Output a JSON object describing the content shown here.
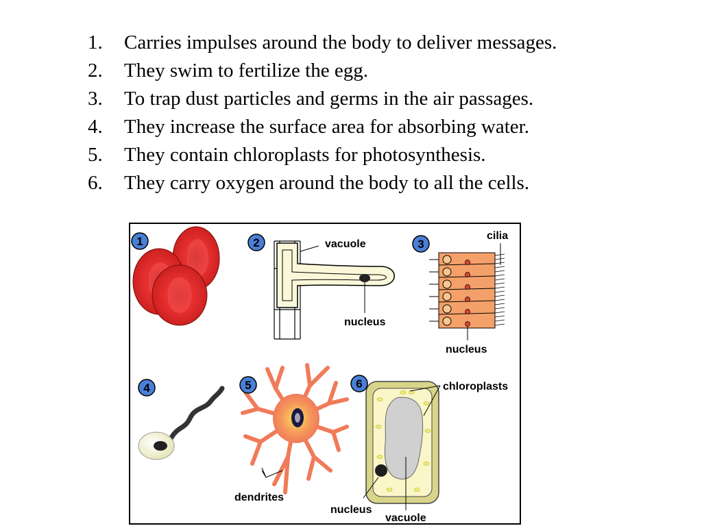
{
  "statements": [
    {
      "num": "1.",
      "text": "Carries impulses around the body to deliver messages."
    },
    {
      "num": "2.",
      "text": "They swim to fertilize the egg."
    },
    {
      "num": "3.",
      "text": "To trap dust particles and germs in the air passages."
    },
    {
      "num": "4.",
      "text": "They increase the surface area for absorbing water."
    },
    {
      "num": "5.",
      "text": "They contain chloroplasts for photosynthesis."
    },
    {
      "num": "6.",
      "text": "They carry oxygen around the body to all the cells."
    }
  ],
  "figure": {
    "badges": [
      "1",
      "2",
      "3",
      "4",
      "5",
      "6"
    ],
    "labels": {
      "vacuole_2": "vacuole",
      "nucleus_2": "nucleus",
      "cilia_3": "cilia",
      "nucleus_3": "nucleus",
      "dendrites_5": "dendrites",
      "chloroplasts_6": "chloroplasts",
      "nucleus_6": "nucleus",
      "vacuole_6": "vacuole"
    },
    "colors": {
      "badge_fill": "#4a7fd6",
      "red_cell": "#e02828",
      "root_hair_fill": "#fbf8d9",
      "ciliated_cell": "#f4a06a",
      "neuron": "#f07b5a",
      "plant_wall": "#d8d48a",
      "chloroplast": "#f0ec78",
      "vacuole": "#d0d0d0"
    }
  }
}
